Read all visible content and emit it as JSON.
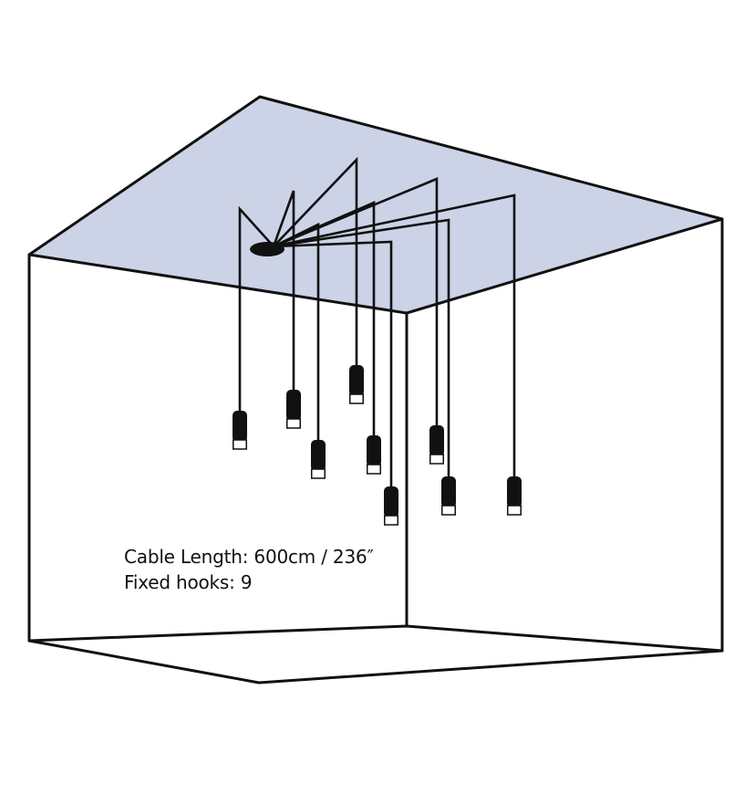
{
  "specs": {
    "cable_length": "Cable Length: 600cm / 236″",
    "fixed_hooks": "Fixed hooks: 9"
  },
  "colors": {
    "ceiling": "#cdd3e6",
    "line": "#111111",
    "pendant": "#111111",
    "background": "#ffffff"
  },
  "pendant_count": 9
}
